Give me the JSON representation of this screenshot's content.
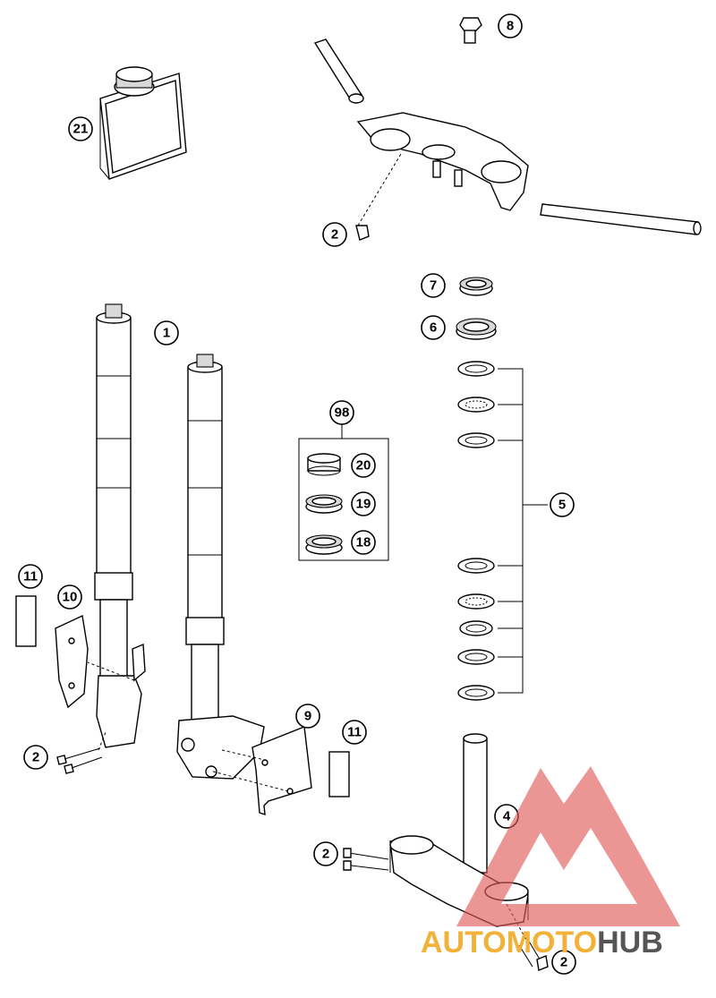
{
  "callouts": {
    "c1": "1",
    "c2a": "2",
    "c2b": "2",
    "c2c": "2",
    "c2d": "2",
    "c4": "4",
    "c5": "5",
    "c6": "6",
    "c7": "7",
    "c8": "8",
    "c9": "9",
    "c10": "10",
    "c11a": "11",
    "c11b": "11",
    "c18": "18",
    "c19": "19",
    "c20": "20",
    "c21": "21",
    "c98": "98"
  },
  "watermark": {
    "part1": "AUTO",
    "part2": "MOTO",
    "part3": "HUB",
    "color_red": "#e05a5a",
    "color_orange": "#f2b23a",
    "color_dark": "#555555"
  }
}
